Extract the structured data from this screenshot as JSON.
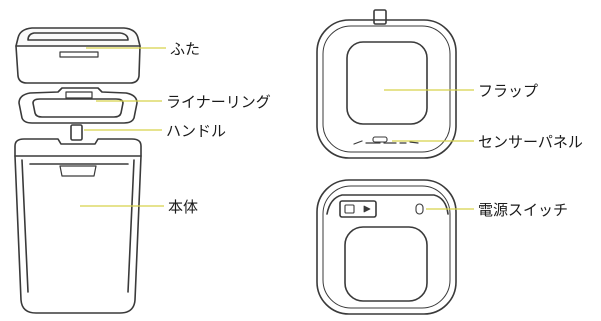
{
  "labels": {
    "lid": "ふた",
    "liner_ring": "ライナーリング",
    "handle": "ハンドル",
    "body": "本体",
    "flap": "フラップ",
    "sensor_panel": "センサーパネル",
    "power_switch": "電源スイッチ"
  },
  "colors": {
    "outline": "#3a3a3a",
    "leader_line": "#d6d24a",
    "background": "#ffffff"
  }
}
